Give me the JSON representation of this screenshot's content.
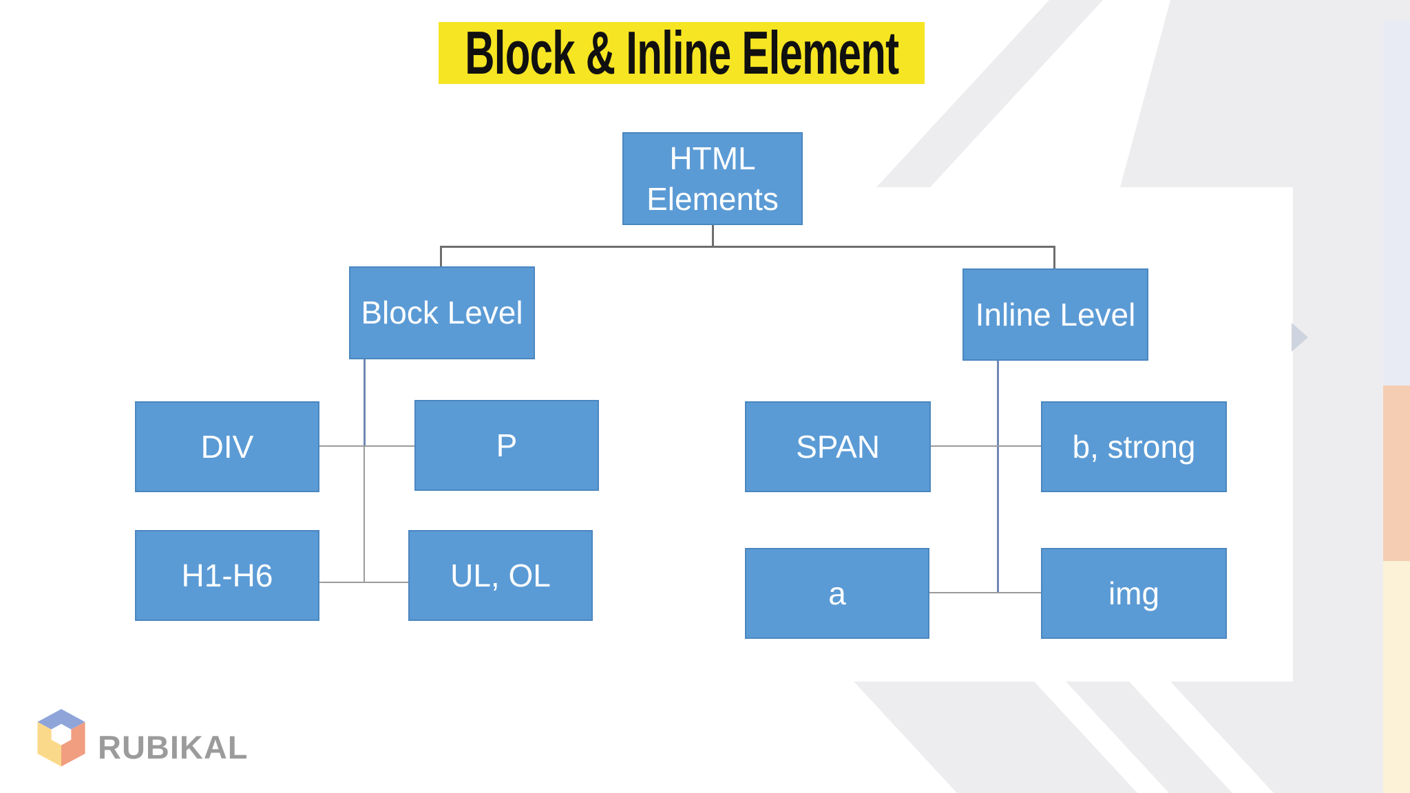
{
  "title": {
    "text": "Block & Inline Element"
  },
  "diagram": {
    "root": {
      "lines": [
        "HTML",
        "Elements"
      ]
    },
    "branches": [
      {
        "label": "Block Level",
        "children": [
          "DIV",
          "P",
          "H1-H6",
          "UL, OL"
        ]
      },
      {
        "label": "Inline Level",
        "children": [
          "SPAN",
          "b, strong",
          "a",
          "img"
        ]
      }
    ]
  },
  "footer": {
    "brand": "RUBIKAL"
  },
  "theme": {
    "blue_box": "#5b9bd5",
    "box_border": "#4a86bf",
    "line_dark": "#6e6e6e",
    "line_gray": "#9a9a9a",
    "line_blue": "#6f87b5",
    "title_bg": "#f6e522",
    "title_fg": "#101010",
    "deco_gray": "#ededef",
    "lavender": "#e9ebf4",
    "peach": "#f5cdb2",
    "cream": "#fbf2d8",
    "chevron_gray": "#ced3e0",
    "brand_gray": "#9b9b9b",
    "cube_top": "#8fa5da",
    "cube_left": "#fbd98a",
    "cube_right": "#f19d80"
  }
}
